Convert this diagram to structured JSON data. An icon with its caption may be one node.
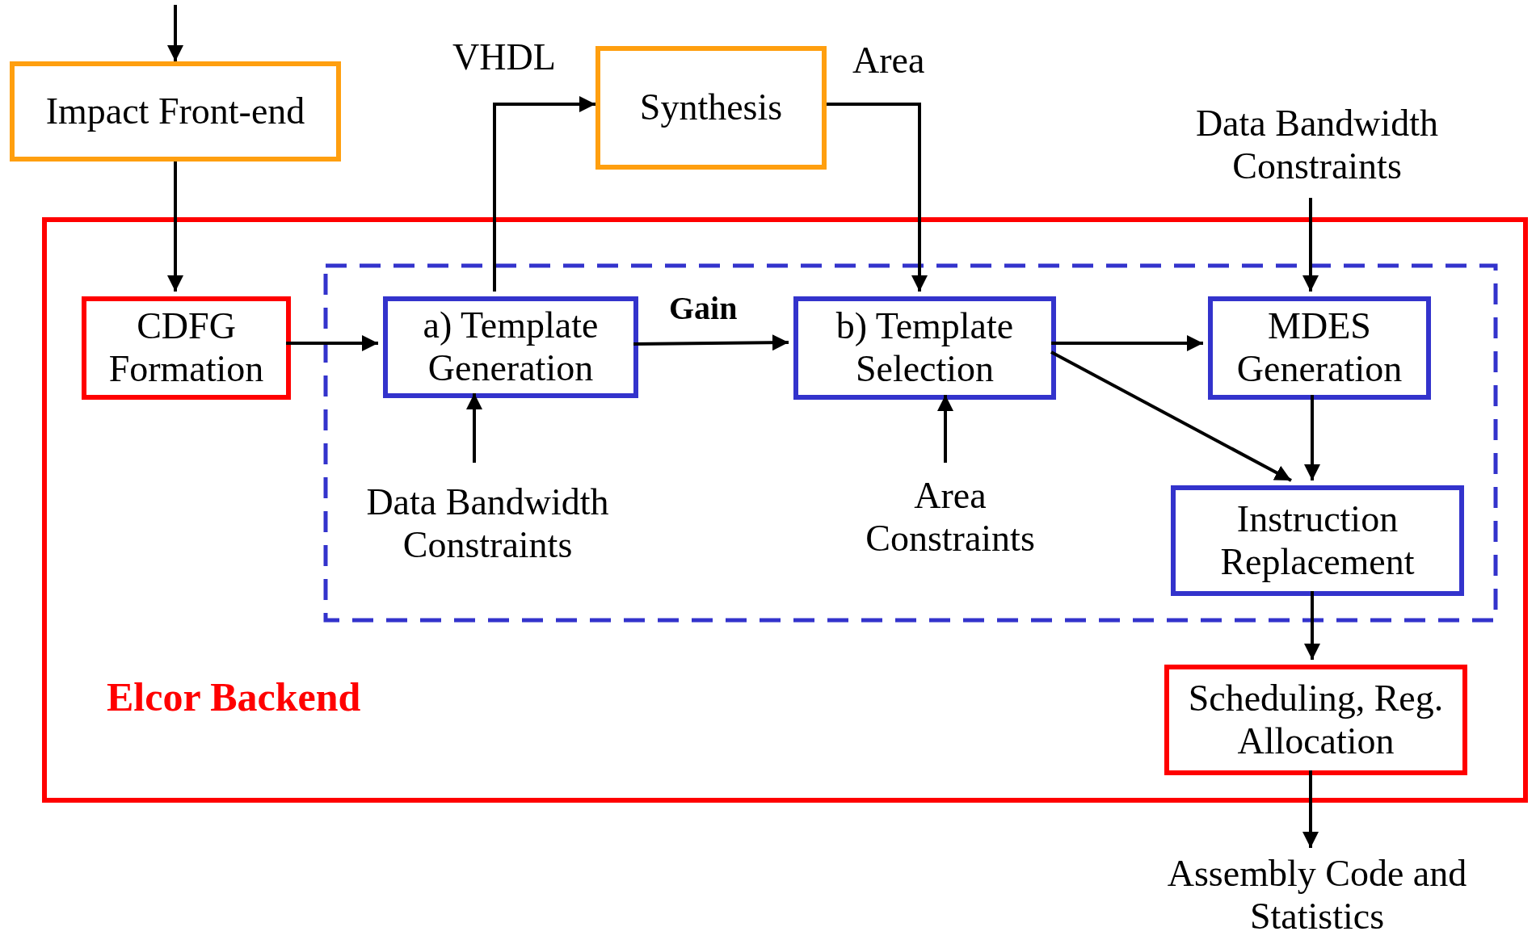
{
  "diagram": {
    "nodes": [
      {
        "text": [
          "Impact Front-end"
        ]
      },
      {
        "text": [
          "Synthesis"
        ]
      },
      {
        "text": [
          "Elcor Backend"
        ]
      },
      {
        "text": [],
        "shape": "box",
        "in": 2
      },
      {
        "text": [
          "CDFG Formation"
        ],
        "in": 2
      },
      {
        "text": [
          "a) Template Generation"
        ],
        "in": 3
      },
      {
        "text": [
          "b) Template Selection"
        ],
        "in": 3
      },
      {
        "text": [
          "MDES Generation"
        ],
        "in": 3
      },
      {
        "text": [
          "Instruction Replacement"
        ],
        "in": 3
      },
      {
        "text": [
          "Scheduling, Reg. Allocation"
        ],
        "in": 2
      },
      {
        "text": [
          "Data Bandwidth Constraints"
        ]
      },
      {
        "text": [
          "Data Bandwidth Constraints"
        ],
        "in": 3
      },
      {
        "text": [
          "Area Constraints"
        ],
        "in": 3
      },
      {
        "text": [
          "Assembly Code and Statistics"
        ]
      }
    ],
    "edges": [
      {
        "from": null,
        "to": 0,
        "arrow": "to"
      },
      {
        "from": 0,
        "to": 4,
        "arrow": "to"
      },
      {
        "from": 4,
        "to": 5,
        "arrow": "to"
      },
      {
        "from": 5,
        "to": 1,
        "arrow": "to",
        "label": "VHDL"
      },
      {
        "from": 1,
        "to": 6,
        "arrow": "to",
        "label": "Area"
      },
      {
        "from": 5,
        "to": 6,
        "arrow": "to",
        "label": "Gain"
      },
      {
        "from": 6,
        "to": 7,
        "arrow": "to"
      },
      {
        "from": 6,
        "to": 8,
        "arrow": "to"
      },
      {
        "from": 7,
        "to": 8,
        "arrow": "to"
      },
      {
        "from": 10,
        "to": 7,
        "arrow": "to"
      },
      {
        "from": 11,
        "to": 5,
        "arrow": "to"
      },
      {
        "from": 12,
        "to": 6,
        "arrow": "to"
      },
      {
        "from": 8,
        "to": 9,
        "arrow": "to"
      },
      {
        "from": 9,
        "to": 13,
        "arrow": "to"
      }
    ]
  }
}
